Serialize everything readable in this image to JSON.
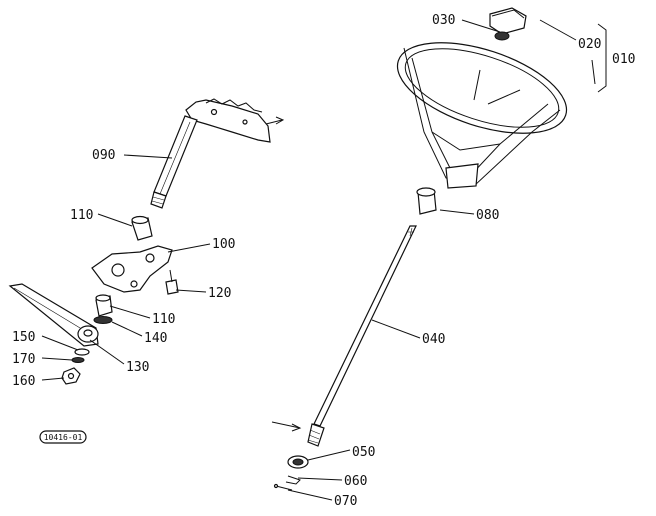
{
  "diagram": {
    "reference_code": "10416-01",
    "callouts": [
      {
        "id": "010",
        "text": "010"
      },
      {
        "id": "020",
        "text": "020"
      },
      {
        "id": "030",
        "text": "030"
      },
      {
        "id": "040",
        "text": "040"
      },
      {
        "id": "050",
        "text": "050"
      },
      {
        "id": "060",
        "text": "060"
      },
      {
        "id": "070",
        "text": "070"
      },
      {
        "id": "080",
        "text": "080"
      },
      {
        "id": "090",
        "text": "090"
      },
      {
        "id": "100",
        "text": "100"
      },
      {
        "id": "110a",
        "text": "110"
      },
      {
        "id": "110b",
        "text": "110"
      },
      {
        "id": "120",
        "text": "120"
      },
      {
        "id": "130",
        "text": "130"
      },
      {
        "id": "140",
        "text": "140"
      },
      {
        "id": "150",
        "text": "150"
      },
      {
        "id": "160",
        "text": "160"
      },
      {
        "id": "170",
        "text": "170"
      }
    ]
  }
}
